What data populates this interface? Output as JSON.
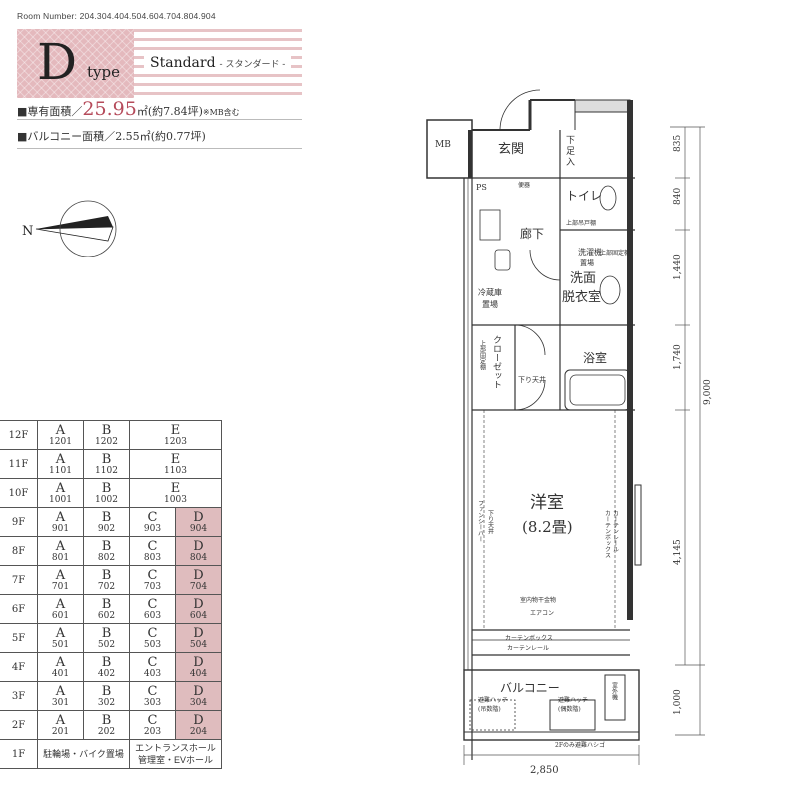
{
  "room_numbers": "Room Number: 204.304.404.504.604.704.804.904",
  "type": {
    "letter": "D",
    "word": "type",
    "name": "Standard",
    "kana": "- スタンダード -"
  },
  "area": {
    "prefix": "■専有面積／",
    "value": "25.95",
    "unit": "㎡",
    "tsubo": "(約7.84坪)",
    "note": "※MB含む"
  },
  "balcony": {
    "prefix": "■バルコニー面積／",
    "value": "2.55㎡",
    "tsubo": "(約0.77坪)"
  },
  "compass": {
    "label": "N"
  },
  "floors": [
    {
      "floor": "12F",
      "units": [
        {
          "l": "A",
          "n": "1201"
        },
        {
          "l": "B",
          "n": "1202"
        },
        {
          "l": "E",
          "n": "1203",
          "span": 2
        }
      ]
    },
    {
      "floor": "11F",
      "units": [
        {
          "l": "A",
          "n": "1101"
        },
        {
          "l": "B",
          "n": "1102"
        },
        {
          "l": "E",
          "n": "1103",
          "span": 2
        }
      ]
    },
    {
      "floor": "10F",
      "units": [
        {
          "l": "A",
          "n": "1001"
        },
        {
          "l": "B",
          "n": "1002"
        },
        {
          "l": "E",
          "n": "1003",
          "span": 2
        }
      ]
    },
    {
      "floor": "9F",
      "units": [
        {
          "l": "A",
          "n": "901"
        },
        {
          "l": "B",
          "n": "902"
        },
        {
          "l": "C",
          "n": "903"
        },
        {
          "l": "D",
          "n": "904",
          "hl": true
        }
      ]
    },
    {
      "floor": "8F",
      "units": [
        {
          "l": "A",
          "n": "801"
        },
        {
          "l": "B",
          "n": "802"
        },
        {
          "l": "C",
          "n": "803"
        },
        {
          "l": "D",
          "n": "804",
          "hl": true
        }
      ]
    },
    {
      "floor": "7F",
      "units": [
        {
          "l": "A",
          "n": "701"
        },
        {
          "l": "B",
          "n": "702"
        },
        {
          "l": "C",
          "n": "703"
        },
        {
          "l": "D",
          "n": "704",
          "hl": true
        }
      ]
    },
    {
      "floor": "6F",
      "units": [
        {
          "l": "A",
          "n": "601"
        },
        {
          "l": "B",
          "n": "602"
        },
        {
          "l": "C",
          "n": "603"
        },
        {
          "l": "D",
          "n": "604",
          "hl": true
        }
      ]
    },
    {
      "floor": "5F",
      "units": [
        {
          "l": "A",
          "n": "501"
        },
        {
          "l": "B",
          "n": "502"
        },
        {
          "l": "C",
          "n": "503"
        },
        {
          "l": "D",
          "n": "504",
          "hl": true
        }
      ]
    },
    {
      "floor": "4F",
      "units": [
        {
          "l": "A",
          "n": "401"
        },
        {
          "l": "B",
          "n": "402"
        },
        {
          "l": "C",
          "n": "403"
        },
        {
          "l": "D",
          "n": "404",
          "hl": true
        }
      ]
    },
    {
      "floor": "3F",
      "units": [
        {
          "l": "A",
          "n": "301"
        },
        {
          "l": "B",
          "n": "302"
        },
        {
          "l": "C",
          "n": "303"
        },
        {
          "l": "D",
          "n": "304",
          "hl": true
        }
      ]
    },
    {
      "floor": "2F",
      "units": [
        {
          "l": "A",
          "n": "201"
        },
        {
          "l": "B",
          "n": "202"
        },
        {
          "l": "C",
          "n": "203"
        },
        {
          "l": "D",
          "n": "204",
          "hl": true
        }
      ]
    }
  ],
  "ground": {
    "floor": "1F",
    "left": "駐輪場・バイク置場",
    "right_1": "エントランスホール",
    "right_2": "管理室・EVホール"
  },
  "plan": {
    "mb": "MB",
    "entrance": "玄関",
    "shoe": [
      "下",
      "足",
      "入"
    ],
    "ps": "PS",
    "shelf_top": "便器",
    "toilet": "トイレ",
    "toilet_shelf": "上部吊戸棚",
    "hallway": "廊下",
    "washer": "洗濯機",
    "washer_place": "置場",
    "washer_shelf": "上部固定棚",
    "fridge": "冷蔵庫",
    "fridge_place": "置場",
    "washroom_1": "洗面",
    "washroom_2": "脱衣室",
    "closet": "クローゼット",
    "closet_shelf": "上部固定棚",
    "ceiling_down": "下り天井",
    "bath": "浴室",
    "room": "洋室",
    "room_size": "(8.2畳)",
    "ceiling_down_2": "下り天井",
    "fan": "ファンシーバー",
    "curtain_v": "カーテンレール",
    "curtain_box_v": "カーテンボックス",
    "dryer": "室内物干金物",
    "aircon": "エアコン",
    "curtain_box": "カーテンボックス",
    "curtain_rail": "カーテンレール",
    "balcony": "バルコニー",
    "hatch_1a": "避難ハッチ",
    "hatch_1b": "(吊数階)",
    "hatch_2a": "避難ハッチ",
    "hatch_2b": "(偶数階)",
    "outdoor": "室外機",
    "ladder_note": "2Fのみ避難ハシゴ",
    "dims": [
      "835",
      "840",
      "1,440",
      "1,740",
      "4,145",
      "1,000",
      "9,000",
      "2,850"
    ]
  }
}
